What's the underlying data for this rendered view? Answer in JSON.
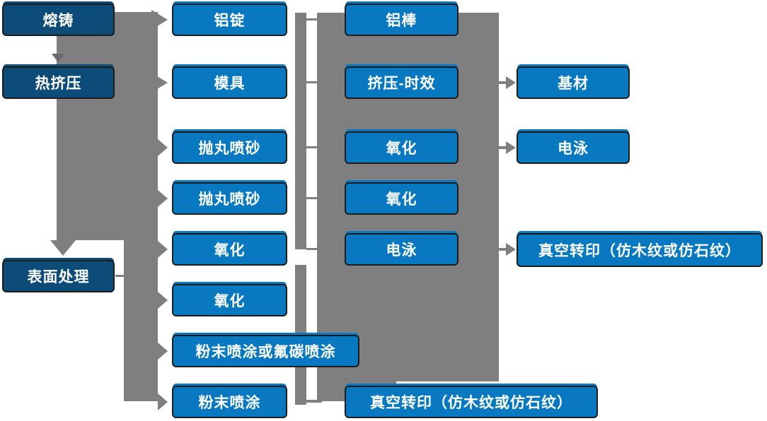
{
  "palette": {
    "dark_box": "#0d4c78",
    "light_box": "#0878c0",
    "connector_gray": "#7f7f7f",
    "connector_dark_gray": "#6a6a6a",
    "box_border": "#1c1c1c",
    "text": "#ffffff",
    "background": "#ffffff"
  },
  "nodes": {
    "col1": [
      "熔铸",
      "热挤压",
      "表面处理"
    ],
    "col2": [
      "铝锭",
      "模具",
      "抛丸喷砂",
      "抛丸喷砂",
      "氧化",
      "氧化",
      "粉末喷涂或氟碳喷涂",
      "粉末喷涂"
    ],
    "col3": [
      "铝棒",
      "挤压-时效",
      "氧化",
      "氧化",
      "电泳",
      "真空转印（仿木纹或仿石纹）"
    ],
    "col4": [
      "基材",
      "电泳",
      "真空转印（仿木纹或仿石纹）"
    ]
  }
}
